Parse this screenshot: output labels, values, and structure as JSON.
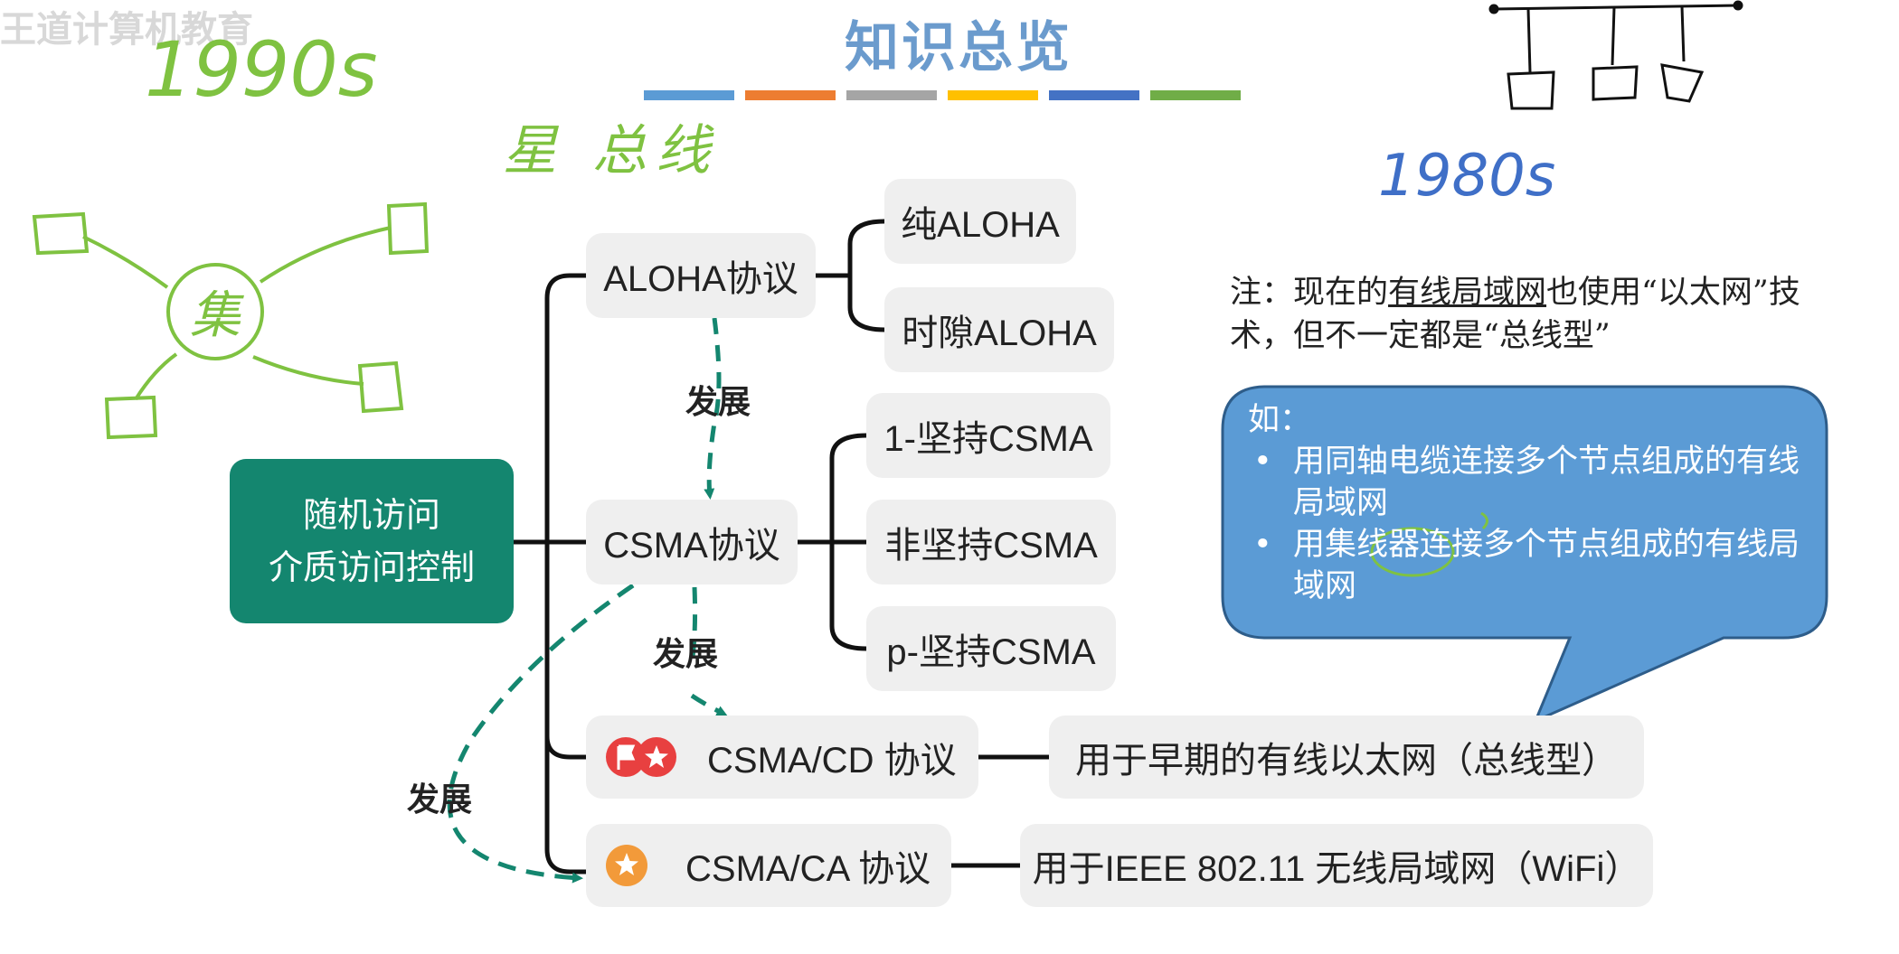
{
  "watermark": "王道计算机教育",
  "title": "知识总览",
  "title_bars": [
    "#5b9bd5",
    "#ed7d31",
    "#a5a5a5",
    "#ffc000",
    "#4472c4",
    "#70ad47"
  ],
  "root": {
    "line1": "随机访问",
    "line2": "介质访问控制"
  },
  "aloha": {
    "label": "ALOHA协议",
    "children": [
      "纯ALOHA",
      "时隙ALOHA"
    ]
  },
  "csma": {
    "label": "CSMA协议",
    "children": [
      "1-坚持CSMA",
      "非坚持CSMA",
      "p-坚持CSMA"
    ]
  },
  "csma_cd": {
    "label": "CSMA/CD 协议",
    "desc": "用于早期的有线以太网（总线型）"
  },
  "csma_ca": {
    "label": "CSMA/CA 协议",
    "desc": "用于IEEE 802.11 无线局域网（WiFi）"
  },
  "develop_label": "发展",
  "note": {
    "prefix": "注：现在的",
    "underlined": "有线局域网",
    "suffix": "也使用“以太网”技术，但不一定都是“总线型”"
  },
  "callout": {
    "title": "如：",
    "items": [
      "用同轴电缆连接多个节点组成的有线局域网",
      "用集线器连接多个节点组成的有线局域网"
    ]
  },
  "handwriting": {
    "year_left": "1990s",
    "star_label": "星 总线",
    "hub_char": "集",
    "year_right": "1980s"
  }
}
